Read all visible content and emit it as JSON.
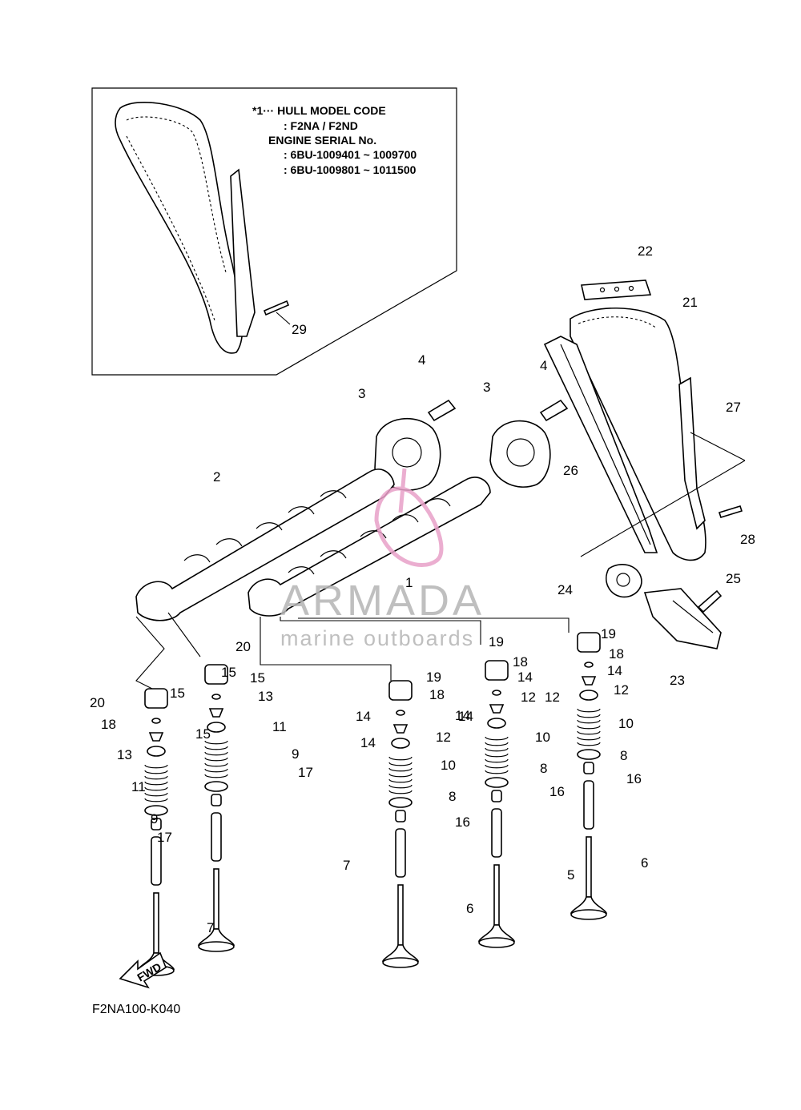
{
  "inset_note": {
    "line1": "*1··· HULL MODEL CODE",
    "line2": ": F2NA / F2ND",
    "line3": "ENGINE SERIAL No.",
    "line4": ": 6BU-1009401 ~ 1009700",
    "line5": ": 6BU-1009801 ~ 1011500"
  },
  "watermark": {
    "brand": "ARMADA",
    "tagline": "marine outboards",
    "colors": {
      "text": "#b5b5b5",
      "logo": "#e8a0c8"
    }
  },
  "fwd_label": "FWD",
  "diagram_code": "F2NA100-K040",
  "callouts": [
    "29",
    "22",
    "21",
    "4",
    "4",
    "3",
    "3",
    "27",
    "26",
    "2",
    "28",
    "1",
    "25",
    "24",
    "19",
    "23",
    "20",
    "19",
    "18",
    "15",
    "15",
    "19",
    "18",
    "13",
    "14",
    "20",
    "14",
    "12",
    "15",
    "18",
    "18",
    "14",
    "14",
    "12",
    "11",
    "15",
    "13",
    "14",
    "12",
    "9",
    "14",
    "12",
    "10",
    "17",
    "10",
    "11",
    "10",
    "8",
    "8",
    "9",
    "16",
    "8",
    "16",
    "17",
    "16",
    "7",
    "5",
    "6",
    "6",
    "7"
  ]
}
